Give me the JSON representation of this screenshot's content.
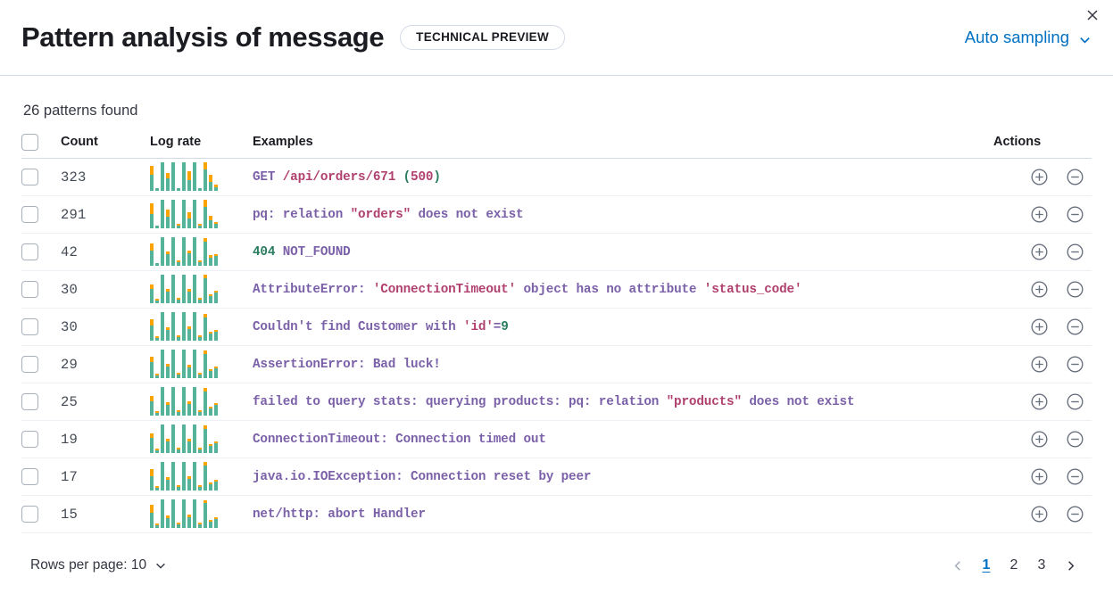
{
  "header": {
    "title": "Pattern analysis of message",
    "badge": "TECHNICAL PREVIEW",
    "sampling_label": "Auto sampling",
    "chevron_icon": "chevron-down-icon",
    "close_icon": "close-icon"
  },
  "summary": {
    "patterns_found": "26 patterns found"
  },
  "table": {
    "columns": {
      "count": "Count",
      "log_rate": "Log rate",
      "examples": "Examples",
      "actions": "Actions"
    },
    "rows": [
      {
        "count": "323",
        "tokens": [
          {
            "t": "GET ",
            "c": "tok-default"
          },
          {
            "t": "/api/orders/671",
            "c": "tok-str"
          },
          {
            "t": " ",
            "c": "tok-default"
          },
          {
            "t": "(",
            "c": "tok-punct"
          },
          {
            "t": "500",
            "c": "tok-str"
          },
          {
            "t": ")",
            "c": "tok-punct"
          }
        ],
        "sparkline": [
          {
            "teal": 18,
            "orange": 10
          },
          {
            "teal": 3,
            "orange": 0
          },
          {
            "teal": 36,
            "orange": 23
          },
          {
            "teal": 14,
            "orange": 6
          },
          {
            "teal": 34,
            "orange": 25
          },
          {
            "teal": 3,
            "orange": 0
          },
          {
            "teal": 40,
            "orange": 21
          },
          {
            "teal": 12,
            "orange": 10
          },
          {
            "teal": 36,
            "orange": 12
          },
          {
            "teal": 3,
            "orange": 0
          },
          {
            "teal": 24,
            "orange": 25
          },
          {
            "teal": 10,
            "orange": 8
          },
          {
            "teal": 4,
            "orange": 3
          }
        ]
      },
      {
        "count": "291",
        "tokens": [
          {
            "t": "pq: relation ",
            "c": "tok-default"
          },
          {
            "t": "\"orders\"",
            "c": "tok-str"
          },
          {
            "t": " does not exist",
            "c": "tok-default"
          }
        ],
        "sparkline": [
          {
            "teal": 16,
            "orange": 12
          },
          {
            "teal": 3,
            "orange": 0
          },
          {
            "teal": 36,
            "orange": 18
          },
          {
            "teal": 13,
            "orange": 8
          },
          {
            "teal": 38,
            "orange": 17
          },
          {
            "teal": 3,
            "orange": 2
          },
          {
            "teal": 40,
            "orange": 16
          },
          {
            "teal": 11,
            "orange": 7
          },
          {
            "teal": 34,
            "orange": 17
          },
          {
            "teal": 3,
            "orange": 2
          },
          {
            "teal": 24,
            "orange": 11
          },
          {
            "teal": 9,
            "orange": 5
          },
          {
            "teal": 5,
            "orange": 2
          }
        ]
      },
      {
        "count": "42",
        "tokens": [
          {
            "t": "404",
            "c": "tok-num"
          },
          {
            "t": " NOT_FOUND",
            "c": "tok-default"
          }
        ],
        "sparkline": [
          {
            "teal": 17,
            "orange": 8
          },
          {
            "teal": 3,
            "orange": 0
          },
          {
            "teal": 40,
            "orange": 6
          },
          {
            "teal": 13,
            "orange": 3
          },
          {
            "teal": 38,
            "orange": 6
          },
          {
            "teal": 4,
            "orange": 2
          },
          {
            "teal": 39,
            "orange": 6
          },
          {
            "teal": 14,
            "orange": 3
          },
          {
            "teal": 36,
            "orange": 7
          },
          {
            "teal": 4,
            "orange": 2
          },
          {
            "teal": 27,
            "orange": 4
          },
          {
            "teal": 9,
            "orange": 3
          },
          {
            "teal": 11,
            "orange": 2
          }
        ]
      },
      {
        "count": "30",
        "tokens": [
          {
            "t": "AttributeError: ",
            "c": "tok-default"
          },
          {
            "t": "'ConnectionTimeout'",
            "c": "tok-str"
          },
          {
            "t": " object has no attribute ",
            "c": "tok-default"
          },
          {
            "t": "'status_code'",
            "c": "tok-str"
          }
        ],
        "sparkline": [
          {
            "teal": 16,
            "orange": 5
          },
          {
            "teal": 3,
            "orange": 2
          },
          {
            "teal": 37,
            "orange": 4
          },
          {
            "teal": 13,
            "orange": 3
          },
          {
            "teal": 38,
            "orange": 5
          },
          {
            "teal": 4,
            "orange": 2
          },
          {
            "teal": 39,
            "orange": 4
          },
          {
            "teal": 13,
            "orange": 3
          },
          {
            "teal": 35,
            "orange": 5
          },
          {
            "teal": 4,
            "orange": 2
          },
          {
            "teal": 28,
            "orange": 4
          },
          {
            "teal": 8,
            "orange": 2
          },
          {
            "teal": 12,
            "orange": 2
          }
        ]
      },
      {
        "count": "30",
        "tokens": [
          {
            "t": "Couldn't find Customer with ",
            "c": "tok-default"
          },
          {
            "t": "'id'",
            "c": "tok-str"
          },
          {
            "t": "=",
            "c": "tok-default"
          },
          {
            "t": "9",
            "c": "tok-num"
          }
        ],
        "sparkline": [
          {
            "teal": 17,
            "orange": 7
          },
          {
            "teal": 3,
            "orange": 2
          },
          {
            "teal": 38,
            "orange": 6
          },
          {
            "teal": 12,
            "orange": 3
          },
          {
            "teal": 39,
            "orange": 5
          },
          {
            "teal": 4,
            "orange": 2
          },
          {
            "teal": 38,
            "orange": 6
          },
          {
            "teal": 13,
            "orange": 3
          },
          {
            "teal": 34,
            "orange": 5
          },
          {
            "teal": 4,
            "orange": 2
          },
          {
            "teal": 26,
            "orange": 4
          },
          {
            "teal": 8,
            "orange": 2
          },
          {
            "teal": 10,
            "orange": 2
          }
        ]
      },
      {
        "count": "29",
        "tokens": [
          {
            "t": "AssertionError: Bad luck!",
            "c": "tok-default"
          }
        ],
        "sparkline": [
          {
            "teal": 18,
            "orange": 6
          },
          {
            "teal": 3,
            "orange": 2
          },
          {
            "teal": 39,
            "orange": 4
          },
          {
            "teal": 13,
            "orange": 3
          },
          {
            "teal": 38,
            "orange": 5
          },
          {
            "teal": 4,
            "orange": 2
          },
          {
            "teal": 40,
            "orange": 4
          },
          {
            "teal": 12,
            "orange": 3
          },
          {
            "teal": 36,
            "orange": 4
          },
          {
            "teal": 4,
            "orange": 2
          },
          {
            "teal": 27,
            "orange": 4
          },
          {
            "teal": 8,
            "orange": 2
          },
          {
            "teal": 11,
            "orange": 2
          }
        ]
      },
      {
        "count": "25",
        "tokens": [
          {
            "t": "failed to query stats: querying products: pq: relation ",
            "c": "tok-default"
          },
          {
            "t": "\"products\"",
            "c": "tok-str"
          },
          {
            "t": " does not exist",
            "c": "tok-default"
          }
        ],
        "sparkline": [
          {
            "teal": 16,
            "orange": 6
          },
          {
            "teal": 3,
            "orange": 2
          },
          {
            "teal": 38,
            "orange": 5
          },
          {
            "teal": 12,
            "orange": 3
          },
          {
            "teal": 39,
            "orange": 5
          },
          {
            "teal": 4,
            "orange": 2
          },
          {
            "teal": 38,
            "orange": 4
          },
          {
            "teal": 13,
            "orange": 3
          },
          {
            "teal": 35,
            "orange": 5
          },
          {
            "teal": 4,
            "orange": 2
          },
          {
            "teal": 27,
            "orange": 4
          },
          {
            "teal": 8,
            "orange": 2
          },
          {
            "teal": 12,
            "orange": 2
          }
        ]
      },
      {
        "count": "19",
        "tokens": [
          {
            "t": "ConnectionTimeout: Connection timed out",
            "c": "tok-default"
          }
        ],
        "sparkline": [
          {
            "teal": 17,
            "orange": 5
          },
          {
            "teal": 3,
            "orange": 2
          },
          {
            "teal": 39,
            "orange": 4
          },
          {
            "teal": 13,
            "orange": 3
          },
          {
            "teal": 38,
            "orange": 5
          },
          {
            "teal": 4,
            "orange": 2
          },
          {
            "teal": 39,
            "orange": 4
          },
          {
            "teal": 13,
            "orange": 3
          },
          {
            "teal": 36,
            "orange": 4
          },
          {
            "teal": 4,
            "orange": 2
          },
          {
            "teal": 27,
            "orange": 4
          },
          {
            "teal": 8,
            "orange": 2
          },
          {
            "teal": 11,
            "orange": 2
          }
        ]
      },
      {
        "count": "17",
        "tokens": [
          {
            "t": "java.io.IOException: Connection reset by peer",
            "c": "tok-default"
          }
        ],
        "sparkline": [
          {
            "teal": 16,
            "orange": 8
          },
          {
            "teal": 3,
            "orange": 2
          },
          {
            "teal": 38,
            "orange": 7
          },
          {
            "teal": 12,
            "orange": 3
          },
          {
            "teal": 39,
            "orange": 8
          },
          {
            "teal": 4,
            "orange": 2
          },
          {
            "teal": 38,
            "orange": 5
          },
          {
            "teal": 13,
            "orange": 3
          },
          {
            "teal": 34,
            "orange": 8
          },
          {
            "teal": 4,
            "orange": 2
          },
          {
            "teal": 28,
            "orange": 5
          },
          {
            "teal": 7,
            "orange": 2
          },
          {
            "teal": 10,
            "orange": 2
          }
        ]
      },
      {
        "count": "15",
        "tokens": [
          {
            "t": "net/http: abort Handler",
            "c": "tok-default"
          }
        ],
        "sparkline": [
          {
            "teal": 17,
            "orange": 9
          },
          {
            "teal": 3,
            "orange": 2
          },
          {
            "teal": 39,
            "orange": 6
          },
          {
            "teal": 11,
            "orange": 3
          },
          {
            "teal": 38,
            "orange": 4
          },
          {
            "teal": 4,
            "orange": 2
          },
          {
            "teal": 39,
            "orange": 7
          },
          {
            "teal": 12,
            "orange": 3
          },
          {
            "teal": 36,
            "orange": 4
          },
          {
            "teal": 4,
            "orange": 2
          },
          {
            "teal": 28,
            "orange": 3
          },
          {
            "teal": 7,
            "orange": 2
          },
          {
            "teal": 10,
            "orange": 2
          }
        ]
      }
    ],
    "row_action_icons": {
      "add": "plus-in-circle-icon",
      "remove": "minus-in-circle-icon"
    }
  },
  "footer": {
    "rows_per_page_label": "Rows per page: 10",
    "prev_icon": "chevron-left-icon",
    "next_icon": "chevron-right-icon",
    "pages": [
      "1",
      "2",
      "3"
    ],
    "active_page": "1"
  },
  "colors": {
    "accent_link": "#0071c2",
    "bar_teal": "#54B399",
    "bar_orange": "#FBA400",
    "border": "#D3DAE6"
  }
}
